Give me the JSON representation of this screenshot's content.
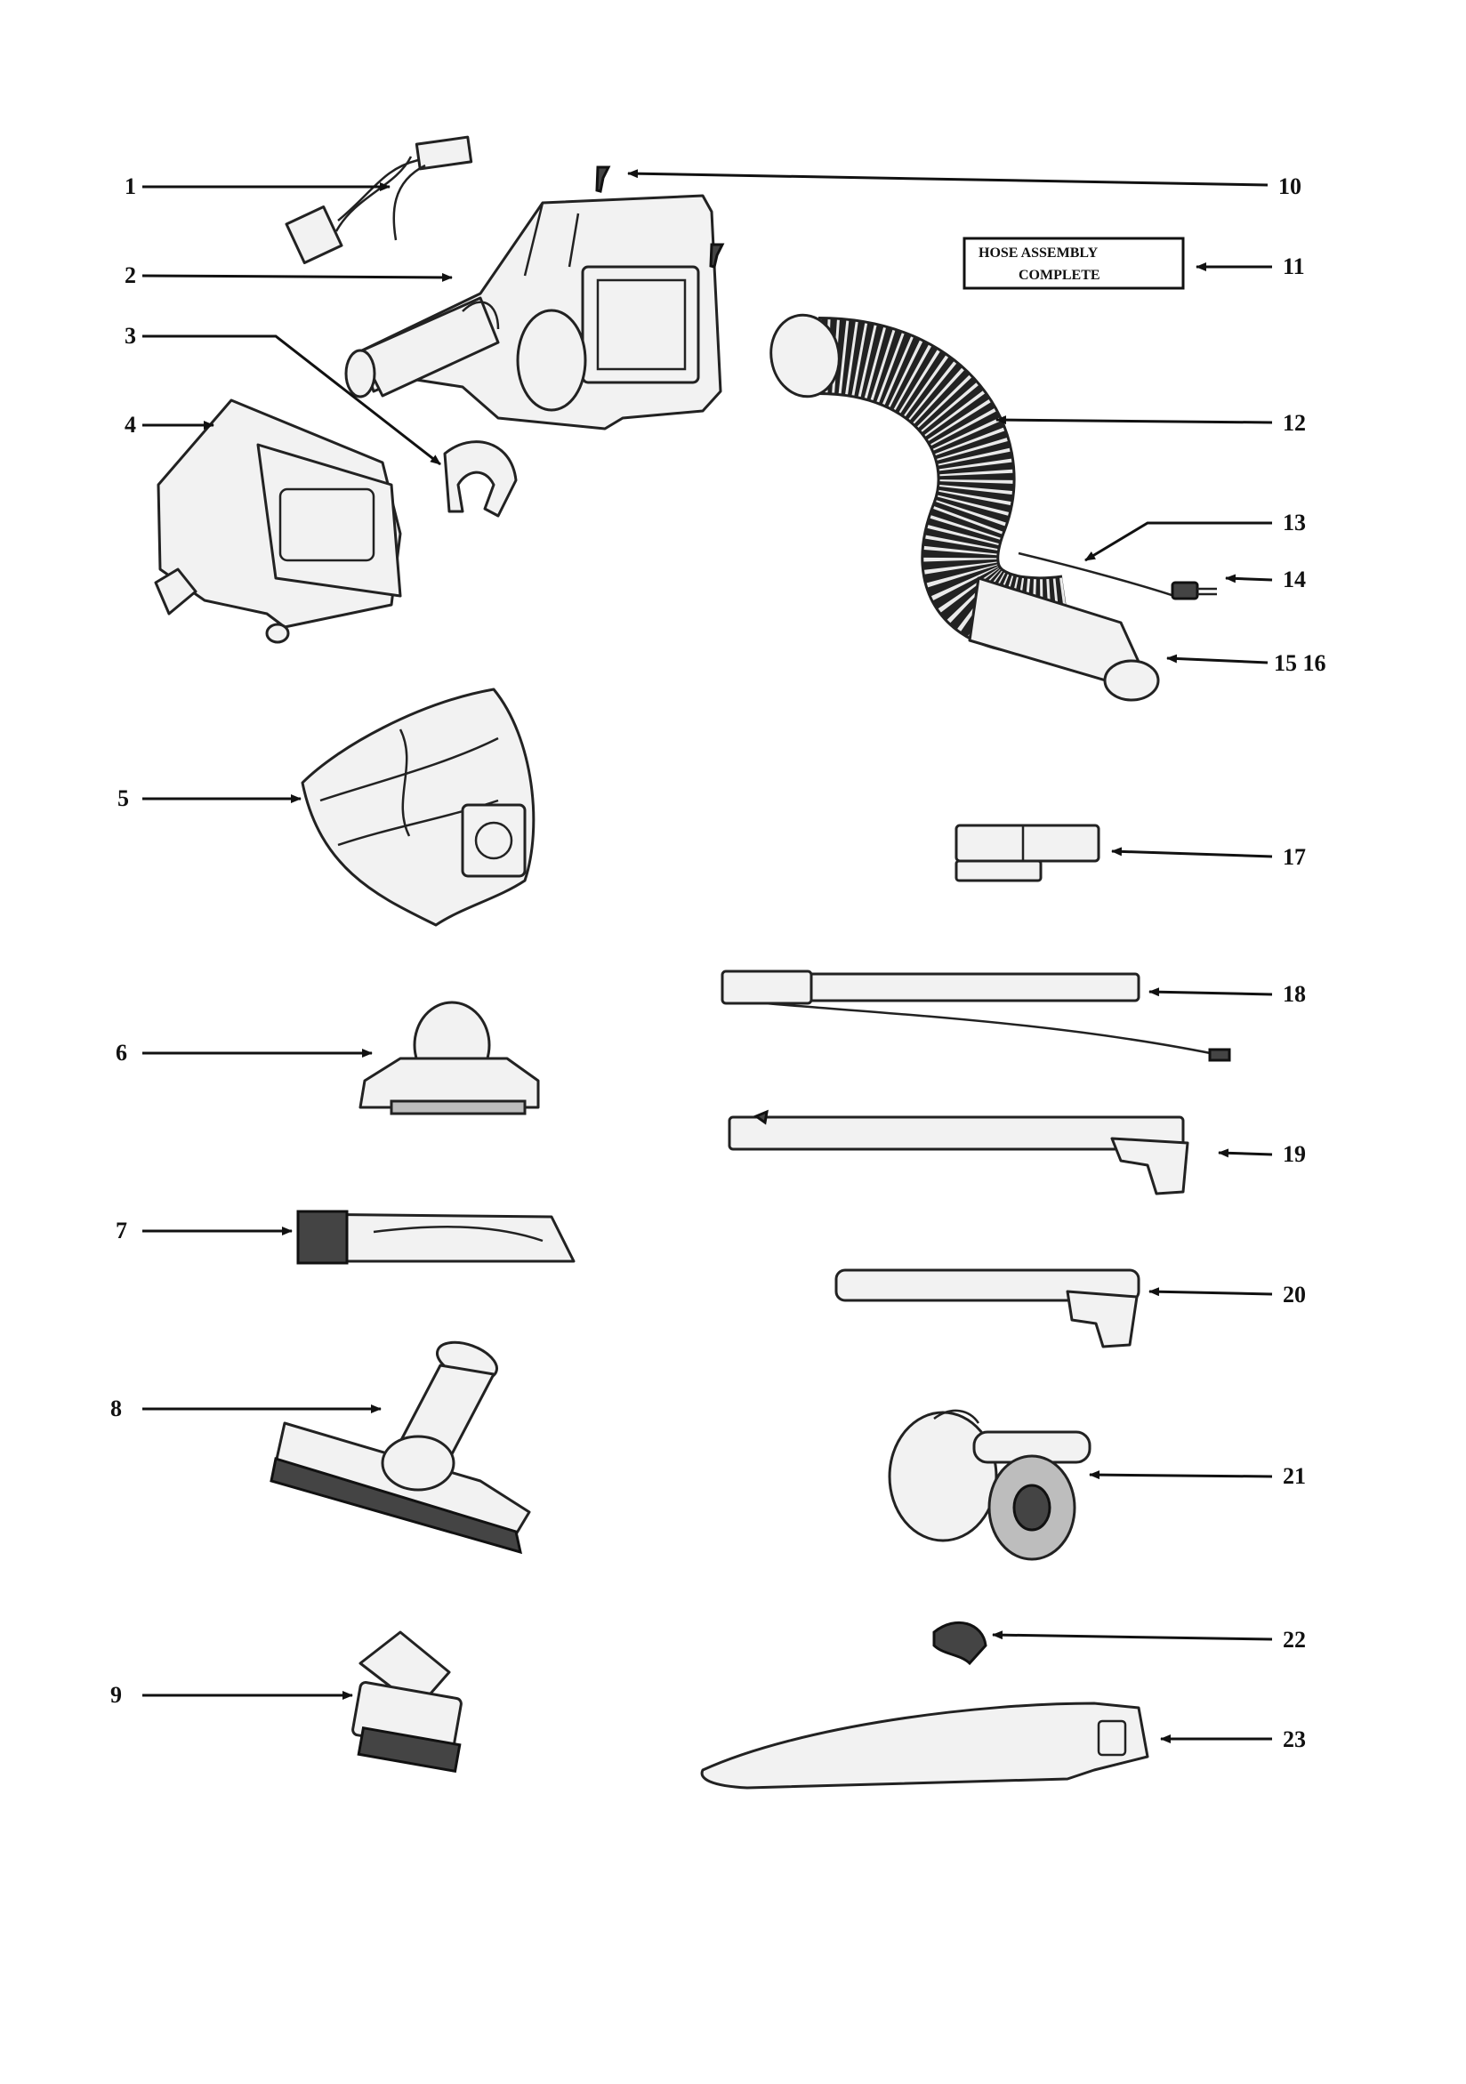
{
  "diagram": {
    "callouts": [
      {
        "id": "1",
        "text": "1"
      },
      {
        "id": "2",
        "text": "2"
      },
      {
        "id": "3",
        "text": "3"
      },
      {
        "id": "4",
        "text": "4"
      },
      {
        "id": "5",
        "text": "5"
      },
      {
        "id": "6",
        "text": "6"
      },
      {
        "id": "7",
        "text": "7"
      },
      {
        "id": "8",
        "text": "8"
      },
      {
        "id": "9",
        "text": "9"
      },
      {
        "id": "10",
        "text": "10"
      },
      {
        "id": "11",
        "text": "11"
      },
      {
        "id": "12",
        "text": "12"
      },
      {
        "id": "13",
        "text": "13"
      },
      {
        "id": "14",
        "text": "14"
      },
      {
        "id": "15-16",
        "text": "15 16"
      },
      {
        "id": "17",
        "text": "17"
      },
      {
        "id": "18",
        "text": "18"
      },
      {
        "id": "19",
        "text": "19"
      },
      {
        "id": "20",
        "text": "20"
      },
      {
        "id": "21",
        "text": "21"
      },
      {
        "id": "22",
        "text": "22"
      },
      {
        "id": "23",
        "text": "23"
      }
    ],
    "hose_label": {
      "line1": "HOSE ASSEMBLY",
      "line2": "COMPLETE"
    }
  }
}
